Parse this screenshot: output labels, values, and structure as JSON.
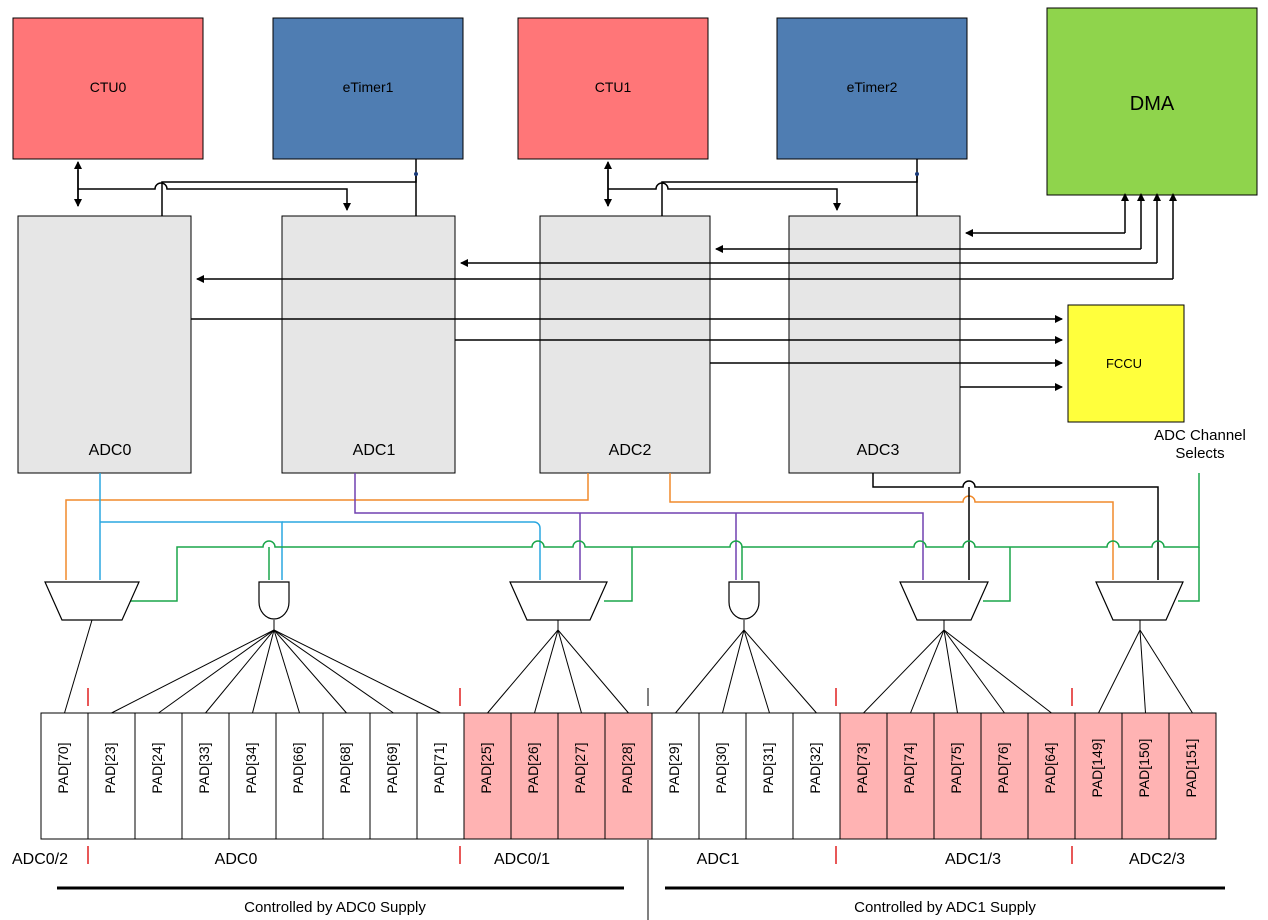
{
  "blocks": {
    "ctu0": "CTU0",
    "etimer1": "eTimer1",
    "ctu1": "CTU1",
    "etimer2": "eTimer2",
    "dma": "DMA",
    "fccu": "FCCU",
    "adc0": "ADC0",
    "adc1": "ADC1",
    "adc2": "ADC2",
    "adc3": "ADC3"
  },
  "channel_selects_label": [
    "ADC Channel",
    "Selects"
  ],
  "pads": [
    {
      "label": "PAD[70]",
      "highlight": false
    },
    {
      "label": "PAD[23]",
      "highlight": false
    },
    {
      "label": "PAD[24]",
      "highlight": false
    },
    {
      "label": "PAD[33]",
      "highlight": false
    },
    {
      "label": "PAD[34]",
      "highlight": false
    },
    {
      "label": "PAD[66]",
      "highlight": false
    },
    {
      "label": "PAD[68]",
      "highlight": false
    },
    {
      "label": "PAD[69]",
      "highlight": false
    },
    {
      "label": "PAD[71]",
      "highlight": false
    },
    {
      "label": "PAD[25]",
      "highlight": true
    },
    {
      "label": "PAD[26]",
      "highlight": true
    },
    {
      "label": "PAD[27]",
      "highlight": true
    },
    {
      "label": "PAD[28]",
      "highlight": true
    },
    {
      "label": "PAD[29]",
      "highlight": false
    },
    {
      "label": "PAD[30]",
      "highlight": false
    },
    {
      "label": "PAD[31]",
      "highlight": false
    },
    {
      "label": "PAD[32]",
      "highlight": false
    },
    {
      "label": "PAD[73]",
      "highlight": true
    },
    {
      "label": "PAD[74]",
      "highlight": true
    },
    {
      "label": "PAD[75]",
      "highlight": true
    },
    {
      "label": "PAD[76]",
      "highlight": true
    },
    {
      "label": "PAD[64]",
      "highlight": true
    },
    {
      "label": "PAD[149]",
      "highlight": true
    },
    {
      "label": "PAD[150]",
      "highlight": true
    },
    {
      "label": "PAD[151]",
      "highlight": true
    }
  ],
  "group_labels": [
    "ADC0/2",
    "ADC0",
    "ADC0/1",
    "ADC1",
    "ADC1/3",
    "ADC2/3"
  ],
  "supply_labels": [
    "Controlled by ADC0 Supply",
    "Controlled by ADC1 Supply"
  ],
  "colors": {
    "ctu": "#ff7678",
    "etimer": "#4f7db2",
    "dma": "#8fd44c",
    "fccu": "#ffff3c",
    "adc": "#e6e6e6",
    "pad_highlight": "#ffb3b3",
    "wire_orange": "#f08a2c",
    "wire_blue": "#2aa7e0",
    "wire_purple": "#7040b0",
    "wire_green": "#1aa64a",
    "divider_red": "#e02020"
  }
}
